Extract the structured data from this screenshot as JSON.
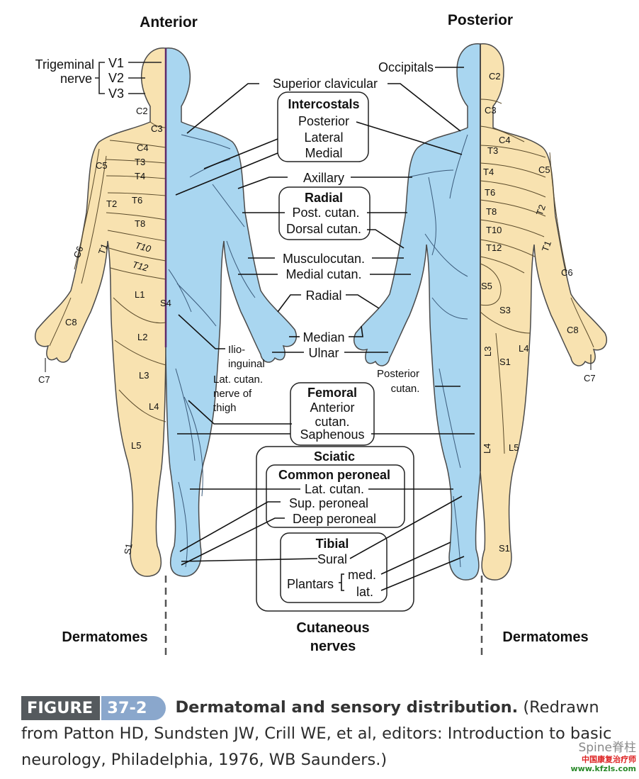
{
  "views": {
    "anterior": "Anterior",
    "posterior": "Posterior"
  },
  "bottom_labels": {
    "left": "Dermatomes",
    "right": "Dermatomes",
    "center_1": "Cutaneous",
    "center_2": "nerves"
  },
  "trigeminal": {
    "line1": "Trigeminal",
    "line2": "nerve",
    "v1": "V1",
    "v2": "V2",
    "v3": "V3"
  },
  "anterior_dermatomes": [
    "C2",
    "C3",
    "C4",
    "C5",
    "T3",
    "T4",
    "T6",
    "T2",
    "T8",
    "C6",
    "T1",
    "T10",
    "T12",
    "L1",
    "S4",
    "C8",
    "L2",
    "C7",
    "L3",
    "L4",
    "L5",
    "S1"
  ],
  "posterior_dermatomes": [
    "C2",
    "C3",
    "C4",
    "T3",
    "C5",
    "T4",
    "T6",
    "T2",
    "T8",
    "T10",
    "T1",
    "T12",
    "C6",
    "S5",
    "S3",
    "C8",
    "L3",
    "L4",
    "S1",
    "C7",
    "L4",
    "L5",
    "S1"
  ],
  "nerves": {
    "occipitals": "Occipitals",
    "superior_clavicular": "Superior clavicular",
    "intercostals_title": "Intercostals",
    "intercostals_posterior": "Posterior",
    "intercostals_lateral": "Lateral",
    "intercostals_medial": "Medial",
    "axillary": "Axillary",
    "radial_title": "Radial",
    "post_cutan": "Post. cutan.",
    "dorsal_cutan": "Dorsal cutan.",
    "musculocutan": "Musculocutan.",
    "medial_cutan": "Medial cutan.",
    "radial": "Radial",
    "median": "Median",
    "ulnar": "Ulnar",
    "ilio_1": "Ilio-",
    "ilio_2": "inguinal",
    "latcut_1": "Lat. cutan.",
    "latcut_2": "nerve of",
    "latcut_3": "thigh",
    "post_cutan_leg_1": "Posterior",
    "post_cutan_leg_2": "cutan.",
    "femoral_title": "Femoral",
    "anterior_cutan_1": "Anterior",
    "anterior_cutan_2": "cutan.",
    "saphenous": "Saphenous",
    "sciatic_title": "Sciatic",
    "common_peroneal_title": "Common peroneal",
    "lat_cutan": "Lat. cutan.",
    "sup_peroneal": "Sup. peroneal",
    "deep_peroneal": "Deep peroneal",
    "tibial_title": "Tibial",
    "sural": "Sural",
    "plantars": "Plantars",
    "plantar_med": "med.",
    "plantar_lat": "lat."
  },
  "caption": {
    "figure_word": "FIGURE",
    "figure_number": "37-2",
    "title": "Dermatomal and sensory distribution.",
    "text": " (Redrawn from Patton HD, Sundsten JW, Crill WE, et al, editors: Introduction to basic neurology, Philadelphia, 1976, WB Saunders.)"
  },
  "watermark": {
    "main": "Spine脊柱",
    "sub1": "中国康复治疗师",
    "sub2": "www.kfzls.com"
  },
  "colors": {
    "dermatome_fill": "#f8e2b0",
    "nerve_fill": "#a9d6f0",
    "outline": "#4a4a4a",
    "midline": "#5e2a6a"
  }
}
